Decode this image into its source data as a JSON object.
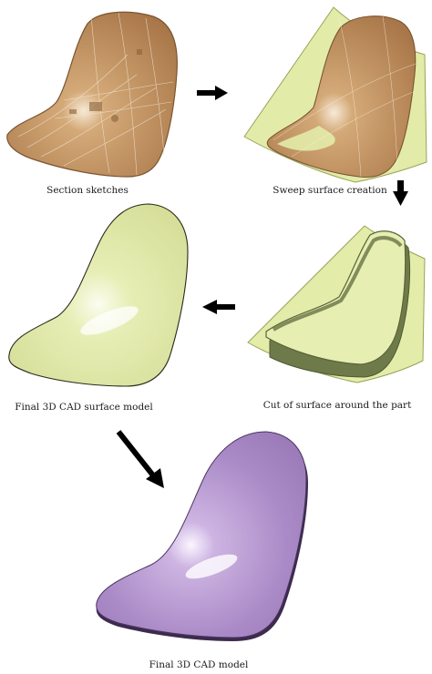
{
  "captions": {
    "step1": "Section sketches",
    "step2": "Sweep surface creation",
    "step3": "Cut of surface around the part",
    "step4": "Final 3D CAD surface model",
    "step5": "Final 3D CAD model"
  },
  "colors": {
    "scan_tan": "#b8895a",
    "scan_tan_dark": "#8a6238",
    "surface_yellow": "#e6eeb0",
    "surface_yellow_dark": "#b7c27a",
    "cut_olive": "#8a8a5a",
    "final_purple": "#a888c4",
    "final_purple_dark": "#6a4e85",
    "arrow": "#000000"
  },
  "icons": [
    "arrow-right-icon",
    "arrow-down-icon",
    "arrow-left-icon",
    "arrow-diagonal-icon"
  ]
}
